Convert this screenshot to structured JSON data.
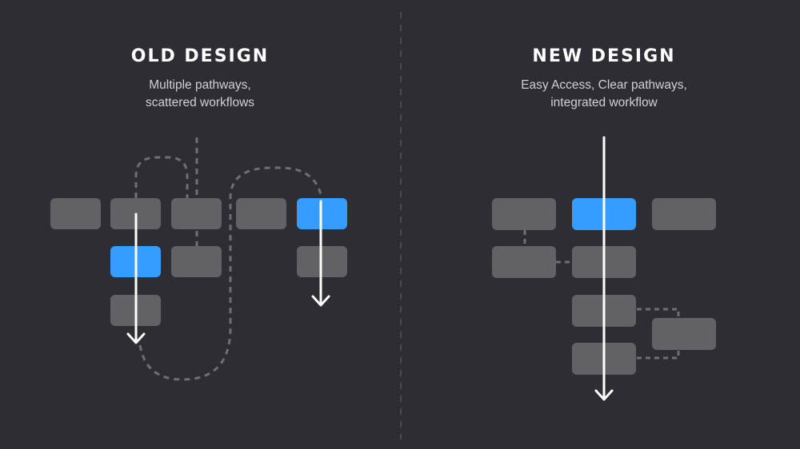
{
  "old_design": {
    "title": "OLD DESIGN",
    "subtitle_line1": "Multiple pathways,",
    "subtitle_line2": "scattered workflows"
  },
  "new_design": {
    "title": "NEW DESIGN",
    "subtitle_line1": "Easy Access, Clear pathways,",
    "subtitle_line2": "integrated workflow"
  },
  "colors": {
    "background": "#2d2d33",
    "block": "#626166",
    "highlight": "#349dff",
    "arrow": "#ffffff",
    "dashed": "#6e6e73"
  }
}
